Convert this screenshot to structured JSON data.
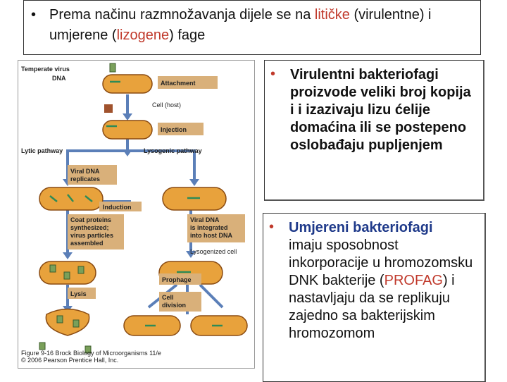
{
  "title": {
    "bullet": "•",
    "part1": "Prema načinu razmnožavanja dijele se na ",
    "red1": "litičke",
    "part2": " (virulentne) i umjerene (",
    "red2": "lizogene",
    "part3": ") fage"
  },
  "virulent": {
    "bullet": "•",
    "text": "Virulentni bakteriofagi proizvode veliki broj kopija i i izazivaju lizu ćelije domaćina ili se postepeno oslobađaju pupljenjem"
  },
  "temperate": {
    "bullet": "•",
    "heading": "Umjereni bakteriofagi",
    "text1": "imaju sposobnost inkorporacije u hromozomsku DNK bakterije (",
    "red": "PROFAG",
    "text2": ") i nastavljaju da se replikuju zajedno sa bakterijskim hromozomom"
  },
  "figure": {
    "temperate_virus": "Temperate virus",
    "dna": "DNA",
    "attachment": "Attachment",
    "cell_host": "Cell (host)",
    "injection": "Injection",
    "lytic_pathway": "Lytic pathway",
    "lysogenic_pathway": "Lysogenic pathway",
    "viral_dna_replicates_1": "Viral DNA",
    "viral_dna_replicates_2": "replicates",
    "induction": "Induction",
    "coat_1": "Coat proteins",
    "coat_2": "synthesized;",
    "coat_3": "virus particles",
    "coat_4": "assembled",
    "integrated_1": "Viral DNA",
    "integrated_2": "is integrated",
    "integrated_3": "into host DNA",
    "lysogenized_cell": "Lysogenized cell",
    "prophage": "Prophage",
    "lysis": "Lysis",
    "cell_division_1": "Cell",
    "cell_division_2": "division",
    "caption_1": "Figure 9-16  Brock Biology of Microorganisms 11/e",
    "caption_2": "© 2006 Pearson Prentice Hall, Inc."
  },
  "colors": {
    "accent_red": "#c0392b",
    "cell_fill": "#e8a23c",
    "arrow_blue": "#5b7fb8",
    "label_tan": "#d9b07a"
  }
}
